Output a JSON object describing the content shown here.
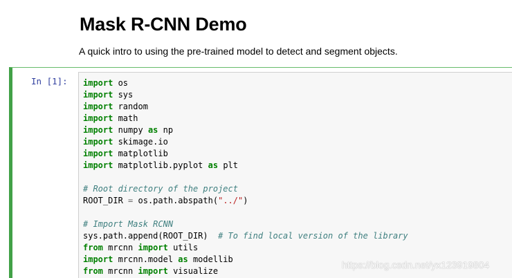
{
  "markdown": {
    "title": "Mask R-CNN Demo",
    "description": "A quick intro to using the pre-trained model to detect and segment objects."
  },
  "cell": {
    "prompt": "In [1]:",
    "lines": [
      [
        {
          "t": "import",
          "c": "kw"
        },
        {
          "t": " os"
        }
      ],
      [
        {
          "t": "import",
          "c": "kw"
        },
        {
          "t": " sys"
        }
      ],
      [
        {
          "t": "import",
          "c": "kw"
        },
        {
          "t": " random"
        }
      ],
      [
        {
          "t": "import",
          "c": "kw"
        },
        {
          "t": " math"
        }
      ],
      [
        {
          "t": "import",
          "c": "kw"
        },
        {
          "t": " numpy "
        },
        {
          "t": "as",
          "c": "kw"
        },
        {
          "t": " np"
        }
      ],
      [
        {
          "t": "import",
          "c": "kw"
        },
        {
          "t": " skimage.io"
        }
      ],
      [
        {
          "t": "import",
          "c": "kw"
        },
        {
          "t": " matplotlib"
        }
      ],
      [
        {
          "t": "import",
          "c": "kw"
        },
        {
          "t": " matplotlib.pyplot "
        },
        {
          "t": "as",
          "c": "kw"
        },
        {
          "t": " plt"
        }
      ],
      [],
      [
        {
          "t": "# Root directory of the project",
          "c": "cm"
        }
      ],
      [
        {
          "t": "ROOT_DIR "
        },
        {
          "t": "=",
          "c": "op"
        },
        {
          "t": " os.path.abspath("
        },
        {
          "t": "\"../\"",
          "c": "st"
        },
        {
          "t": ")"
        }
      ],
      [],
      [
        {
          "t": "# Import Mask RCNN",
          "c": "cm"
        }
      ],
      [
        {
          "t": "sys.path.append(ROOT_DIR)  "
        },
        {
          "t": "# To find local version of the library",
          "c": "cm"
        }
      ],
      [
        {
          "t": "from",
          "c": "kw"
        },
        {
          "t": " mrcnn "
        },
        {
          "t": "import",
          "c": "kw"
        },
        {
          "t": " utils"
        }
      ],
      [
        {
          "t": "import",
          "c": "kw"
        },
        {
          "t": " mrcnn.model "
        },
        {
          "t": "as",
          "c": "kw"
        },
        {
          "t": " modellib"
        }
      ],
      [
        {
          "t": "from",
          "c": "kw"
        },
        {
          "t": " mrcnn "
        },
        {
          "t": "import",
          "c": "kw"
        },
        {
          "t": " visualize"
        }
      ]
    ]
  },
  "watermark": "https://blog.csdn.net/yx123919804"
}
